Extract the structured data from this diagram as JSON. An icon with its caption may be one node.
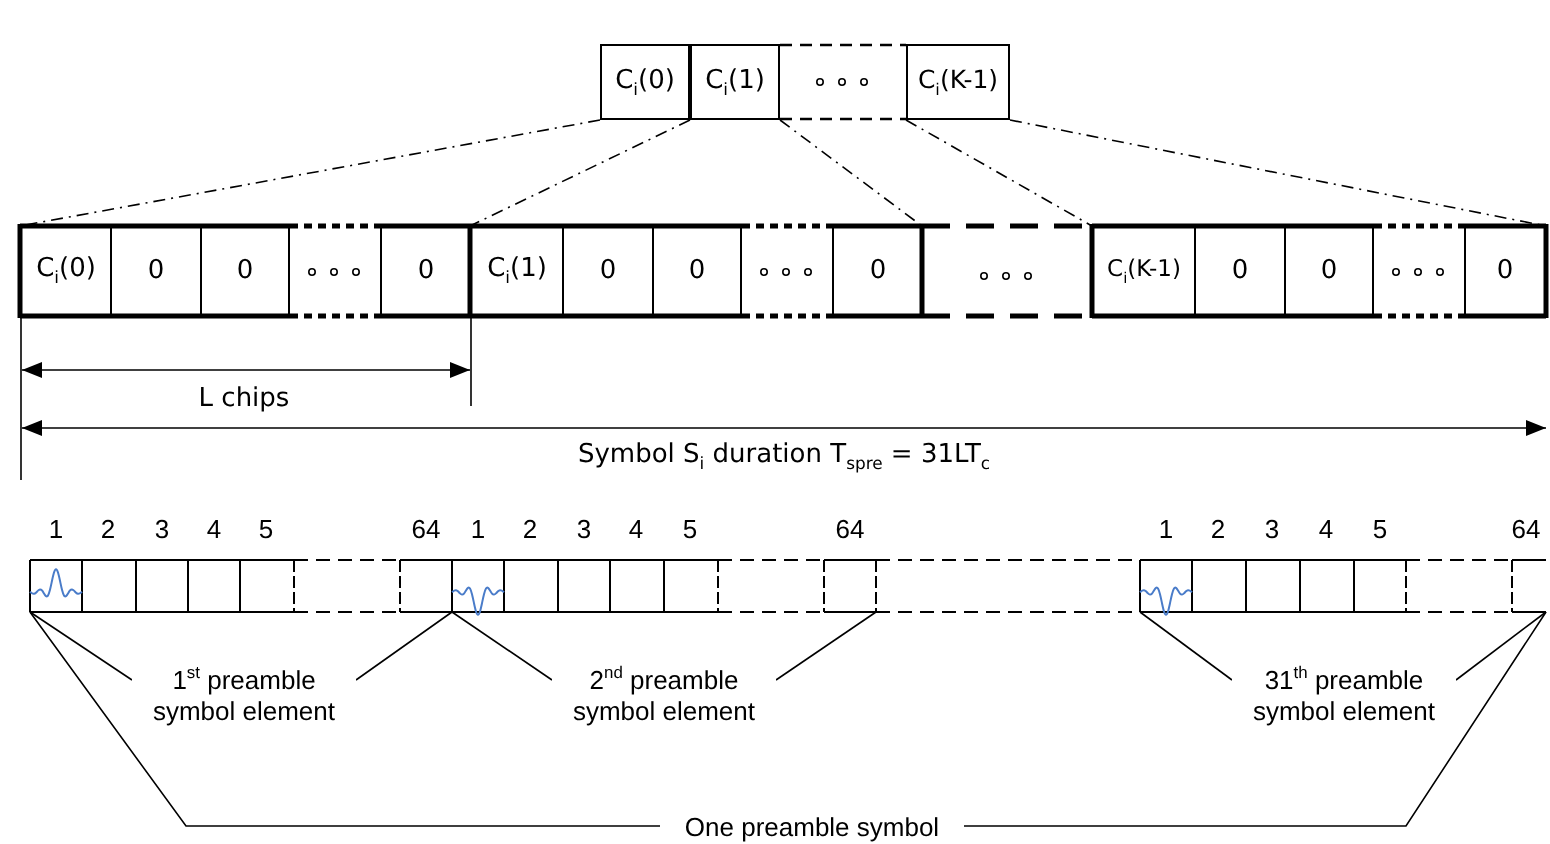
{
  "diagram": {
    "nodes": [
      {
        "text": [
          "C$_{i}$(0)"
        ]
      },
      {
        "text": [
          "C$_{i}$(1)"
        ]
      },
      {
        "text": [],
        "shape": "box"
      },
      {
        "text": [
          "C$_{i}$(K-1)"
        ]
      },
      {
        "text": [
          "C$_{i}$(0)"
        ]
      },
      {
        "text": [
          "0"
        ]
      },
      {
        "text": [
          "0"
        ]
      },
      {
        "text": [
          "0"
        ]
      },
      {
        "text": [
          "C$_{i}$(1)"
        ]
      },
      {
        "text": [
          "0"
        ]
      },
      {
        "text": [
          "0"
        ]
      },
      {
        "text": [
          "0"
        ]
      },
      {
        "text": [
          "C$_{i}$(K-1)"
        ]
      },
      {
        "text": [
          "0"
        ]
      },
      {
        "text": [
          "0"
        ]
      },
      {
        "text": [
          "0"
        ]
      },
      {
        "text": [],
        "shape": "bar"
      },
      {
        "text": [],
        "shape": "bar",
        "in": 16
      },
      {
        "text": [],
        "shape": "bar",
        "in": 16
      },
      {
        "text": [],
        "shape": "bar",
        "in": 16
      },
      {
        "text": [
          "1$^{st}$ preamble symbol element"
        ]
      },
      {
        "text": [
          "2$^{nd}$ preamble symbol element"
        ]
      },
      {
        "text": [
          "31$^{th}$ preamble symbol element"
        ]
      },
      {
        "text": [
          "One preamble symbol"
        ]
      }
    ],
    "edges": [
      {
        "from": 20,
        "to": 17,
        "arrow": "none"
      },
      {
        "from": 20,
        "to": 17,
        "arrow": "none"
      },
      {
        "from": 21,
        "to": 18,
        "arrow": "none"
      },
      {
        "from": 21,
        "to": 18,
        "arrow": "none"
      },
      {
        "from": 22,
        "to": 19,
        "arrow": "none"
      },
      {
        "from": 22,
        "to": 19,
        "arrow": "none"
      },
      {
        "from": 23,
        "to": 16,
        "arrow": "none"
      },
      {
        "from": 23,
        "to": 16,
        "arrow": "none"
      },
      {
        "from": 0,
        "to": 4,
        "arrow": "none",
        "style": "dashed"
      },
      {
        "from": 1,
        "to": 8,
        "arrow": "none",
        "style": "dashed"
      },
      {
        "from": 1,
        "to": 11,
        "arrow": "none",
        "style": "dashed"
      },
      {
        "from": 3,
        "to": 12,
        "arrow": "none",
        "style": "dashed"
      },
      {
        "from": 3,
        "to": 15,
        "arrow": "none",
        "style": "dashed"
      }
    ],
    "labels": [
      "L chips",
      "Symbol S$_{i}$ duration T$_{spre}$ = 31LT$_{c}$",
      "1",
      "2",
      "3",
      "4",
      "5",
      "64",
      "1",
      "2",
      "3",
      "4",
      "5",
      "64",
      "1",
      "2",
      "3",
      "4",
      "5",
      "64"
    ]
  }
}
